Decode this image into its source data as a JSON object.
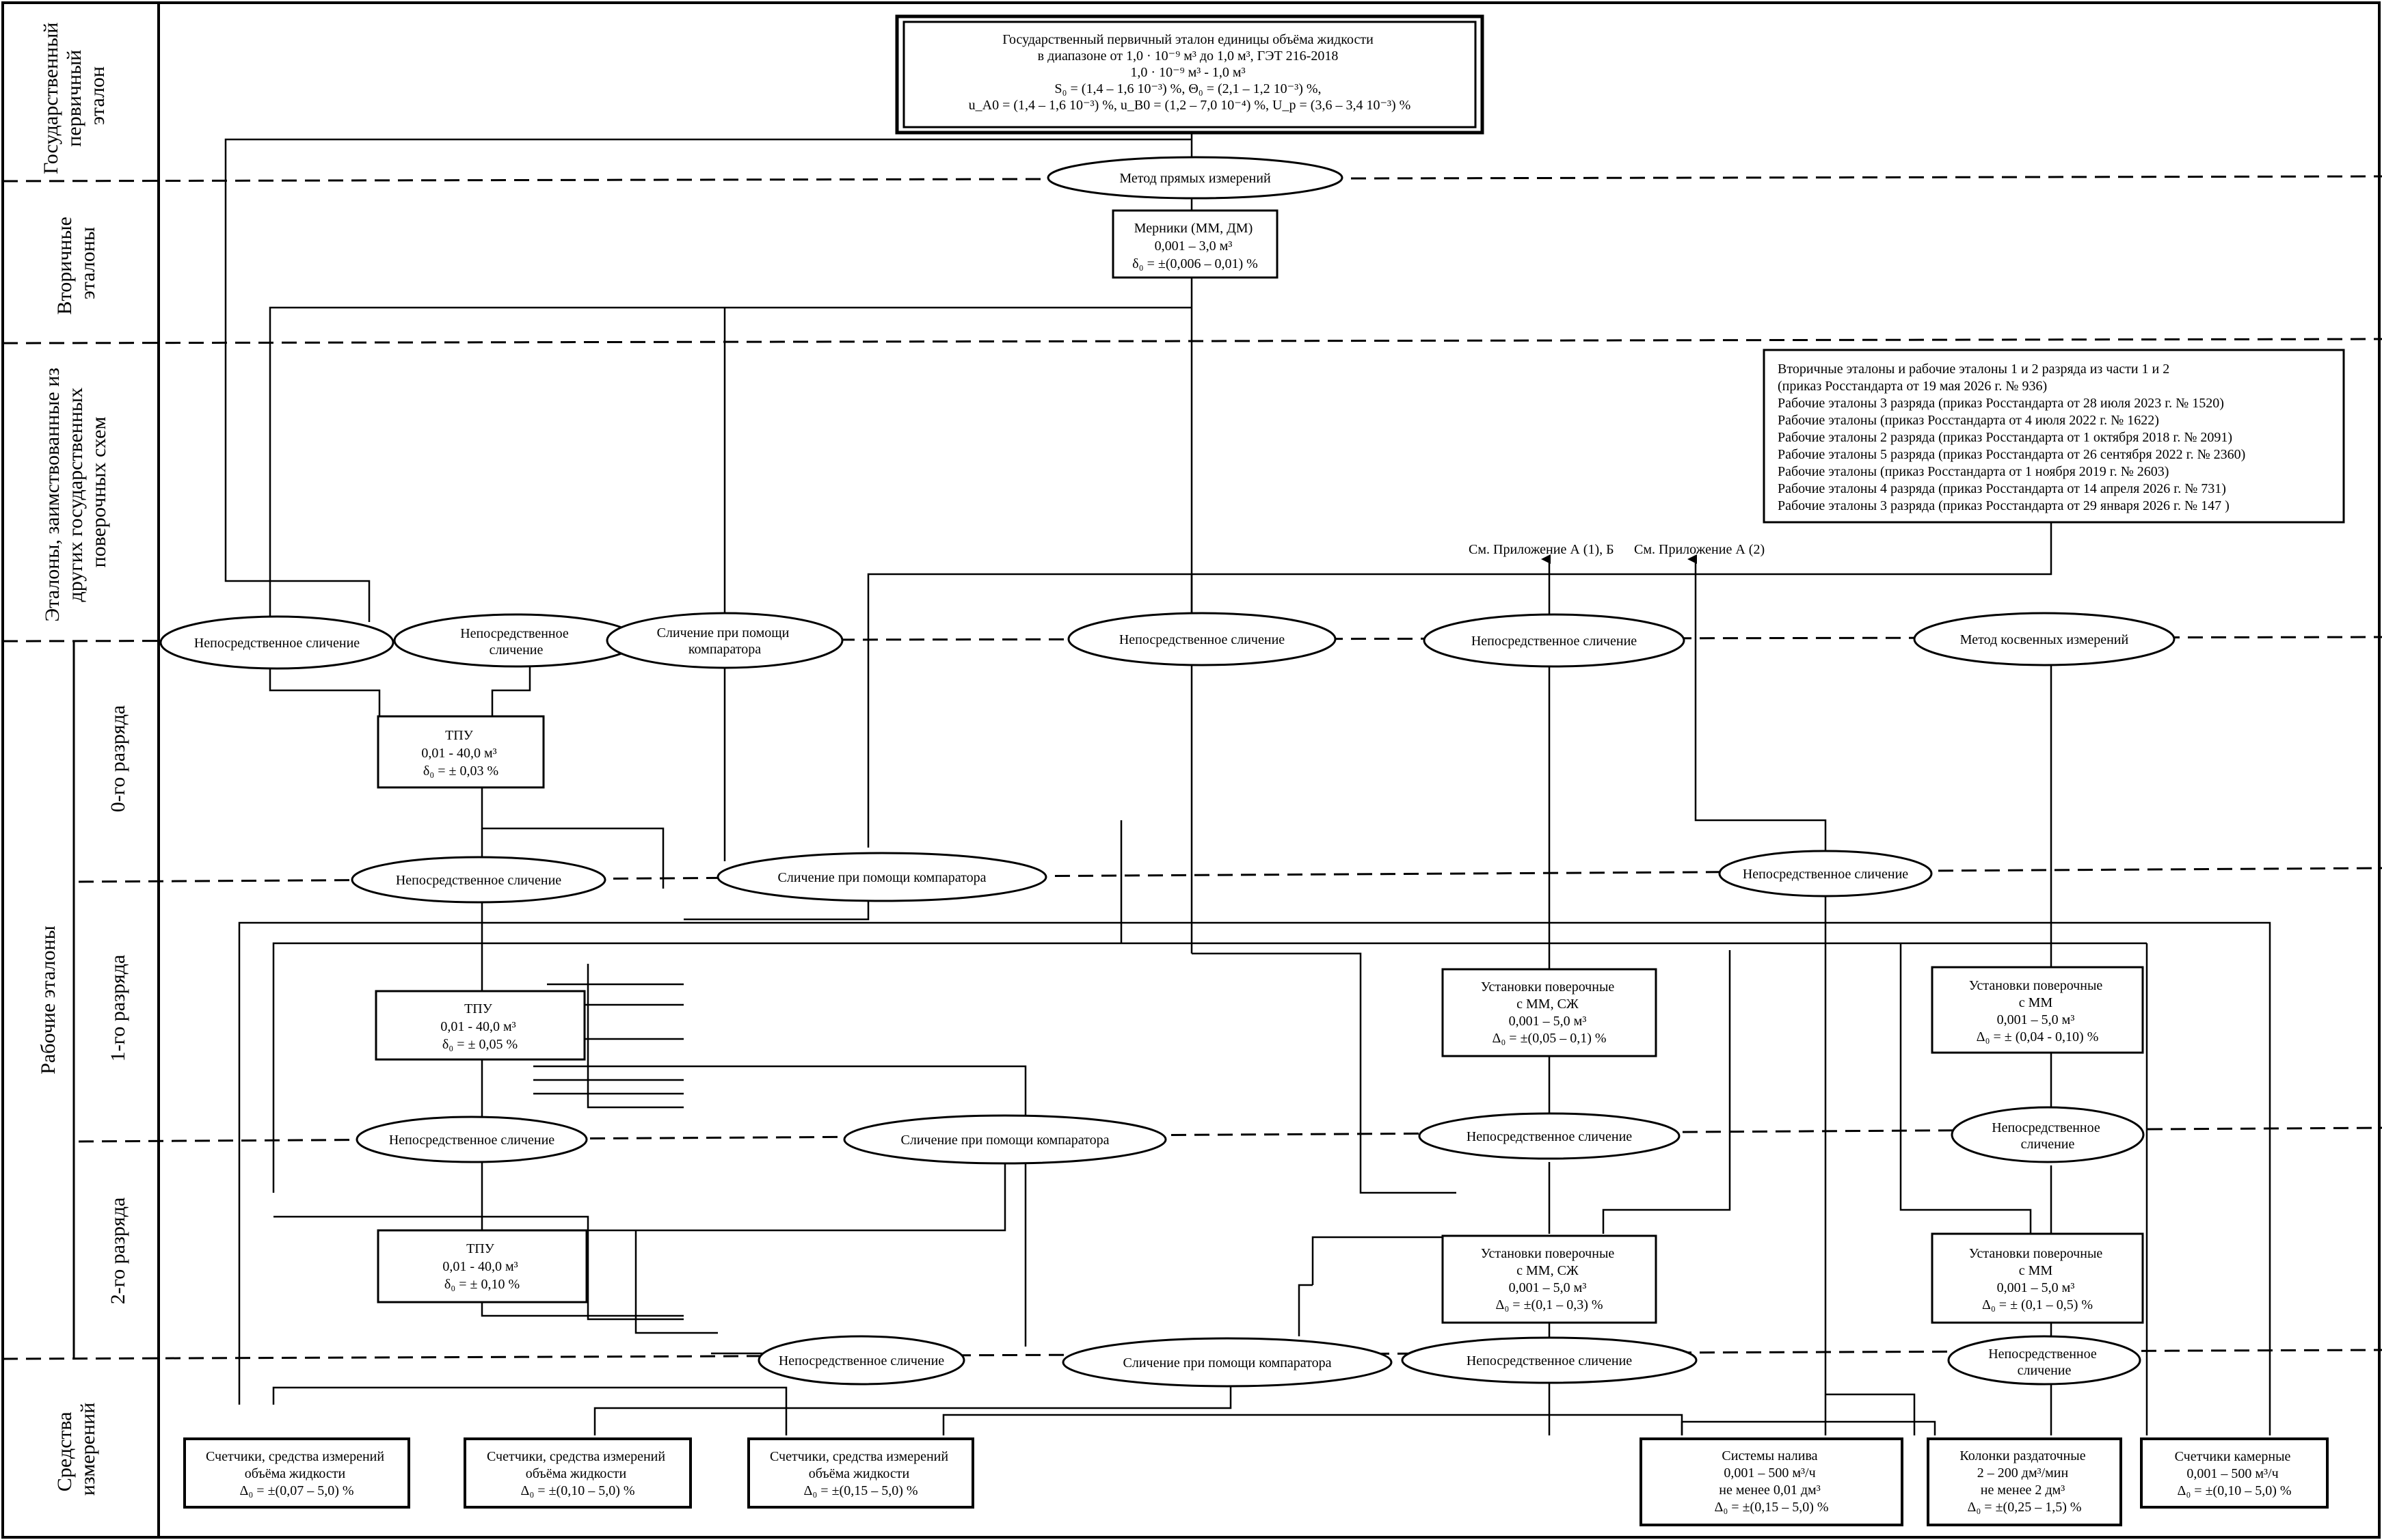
{
  "side_labels": {
    "primary": [
      "Государственный",
      "первичный",
      "эталон"
    ],
    "secondary": [
      "Вторичные",
      "эталоны"
    ],
    "borrowed": [
      "Эталоны, заимствованные из",
      "других государственных",
      "поверочных схем"
    ],
    "working": "Рабочие эталоны",
    "rank0": "0-го разряда",
    "rank1": "1-го разряда",
    "rank2": "2-го разряда",
    "instruments": [
      "Средства",
      "измерений"
    ]
  },
  "nodes": {
    "primary_standard": [
      "Государственный первичный эталон единицы объёма жидкости",
      "в диапазоне от 1,0 · 10⁻⁹ м³ до 1,0 м³, ГЭТ 216-2018",
      "1,0 · 10⁻⁹ м³ - 1,0 м³",
      "S₀ = (1,4 – 1,6 10⁻³) %, Θ₀ = (2,1 – 1,2 10⁻³) %,",
      "u_A0 = (1,4 – 1,6 10⁻³) %, u_B0 = (1,2 – 7,0 10⁻⁴) %, U_p = (3,6 – 3,4 10⁻³) %"
    ],
    "secondary_measures": [
      "Мерники (ММ, ДМ)",
      "0,001 – 3,0 м³",
      "δ₀ = ±(0,006 – 0,01) %"
    ],
    "borrowed_list": [
      "Вторичные эталоны и рабочие эталоны 1 и 2 разряда из части 1 и 2",
      "(приказ Росстандарта от 19 мая 2026 г. № 936)",
      "Рабочие эталоны 3 разряда (приказ Росстандарта от 28 июля 2023 г. № 1520)",
      "Рабочие эталоны (приказ Росстандарта от 4 июля 2022 г. № 1622)",
      "Рабочие эталоны 2 разряда (приказ Росстандарта от 1 октября 2018 г. № 2091)",
      "Рабочие эталоны 5 разряда (приказ Росстандарта от 26 сентября 2022 г. № 2360)",
      "Рабочие эталоны (приказ Росстандарта от 1 ноября 2019 г. № 2603)",
      "Рабочие эталоны 4 разряда (приказ Росстандарта от 14 апреля 2026 г. № 731)",
      "Рабочие эталоны 3 разряда (приказ Росстандарта от 29 января 2026 г. № 147 )"
    ],
    "tpu0": [
      "ТПУ",
      "0,01 - 40,0 м³",
      "δ₀ = ± 0,03 %"
    ],
    "tpu1": [
      "ТПУ",
      "0,01 - 40,0 м³",
      "δ₀ = ± 0,05 %"
    ],
    "tpu2": [
      "ТПУ",
      "0,01 - 40,0 м³",
      "δ₀ = ± 0,10 %"
    ],
    "inst_mm_sz_1": [
      "Установки поверочные",
      "с ММ, СЖ",
      "0,001 – 5,0 м³",
      "Δ₀ = ±(0,05 – 0,1) %"
    ],
    "inst_mm_1": [
      "Установки поверочные",
      "с ММ",
      "0,001 – 5,0 м³",
      "Δ₀ = ± (0,04 - 0,10) %"
    ],
    "inst_mm_sz_2": [
      "Установки поверочные",
      "с ММ, СЖ",
      "0,001 – 5,0 м³",
      "Δ₀ = ±(0,1 – 0,3) %"
    ],
    "inst_mm_2": [
      "Установки поверочные",
      "с ММ",
      "0,001 – 5,0 м³",
      "Δ₀ = ± (0,1 – 0,5) %"
    ],
    "counters_a": [
      "Счетчики, средства измерений",
      "объёма жидкости",
      "Δ₀ = ±(0,07 – 5,0) %"
    ],
    "counters_b": [
      "Счетчики, средства измерений",
      "объёма жидкости",
      "Δ₀ = ±(0,10 – 5,0) %"
    ],
    "counters_c": [
      "Счетчики, средства измерений",
      "объёма жидкости",
      "Δ₀ = ±(0,15 – 5,0) %"
    ],
    "filling": [
      "Системы налива",
      "0,001 – 500 м³/ч",
      "не менее 0,01 дм³",
      "Δ₀ = ±(0,15 – 5,0) %"
    ],
    "dispensers": [
      "Колонки раздаточные",
      "2 – 200 дм³/мин",
      "не менее 2 дм³",
      "Δ₀ = ±(0,25 – 1,5) %"
    ],
    "chamber": [
      "Счетчики камерные",
      "0,001 – 500 м³/ч",
      "Δ₀ = ±(0,10 – 5,0) %"
    ]
  },
  "methods": {
    "direct_measure": "Метод прямых измерений",
    "direct_compare": "Непосредственное сличение",
    "direct_compare_split": [
      "Непосредственное",
      "сличение"
    ],
    "comparator": "Сличение при помощи компаратора",
    "comparator_split": [
      "Сличение при помощи",
      "компаратора"
    ],
    "indirect": "Метод косвенных измерений"
  },
  "references": {
    "appendix_a1": "См. Приложение А (1), Б",
    "appendix_a2": "См. Приложение А (2)"
  }
}
